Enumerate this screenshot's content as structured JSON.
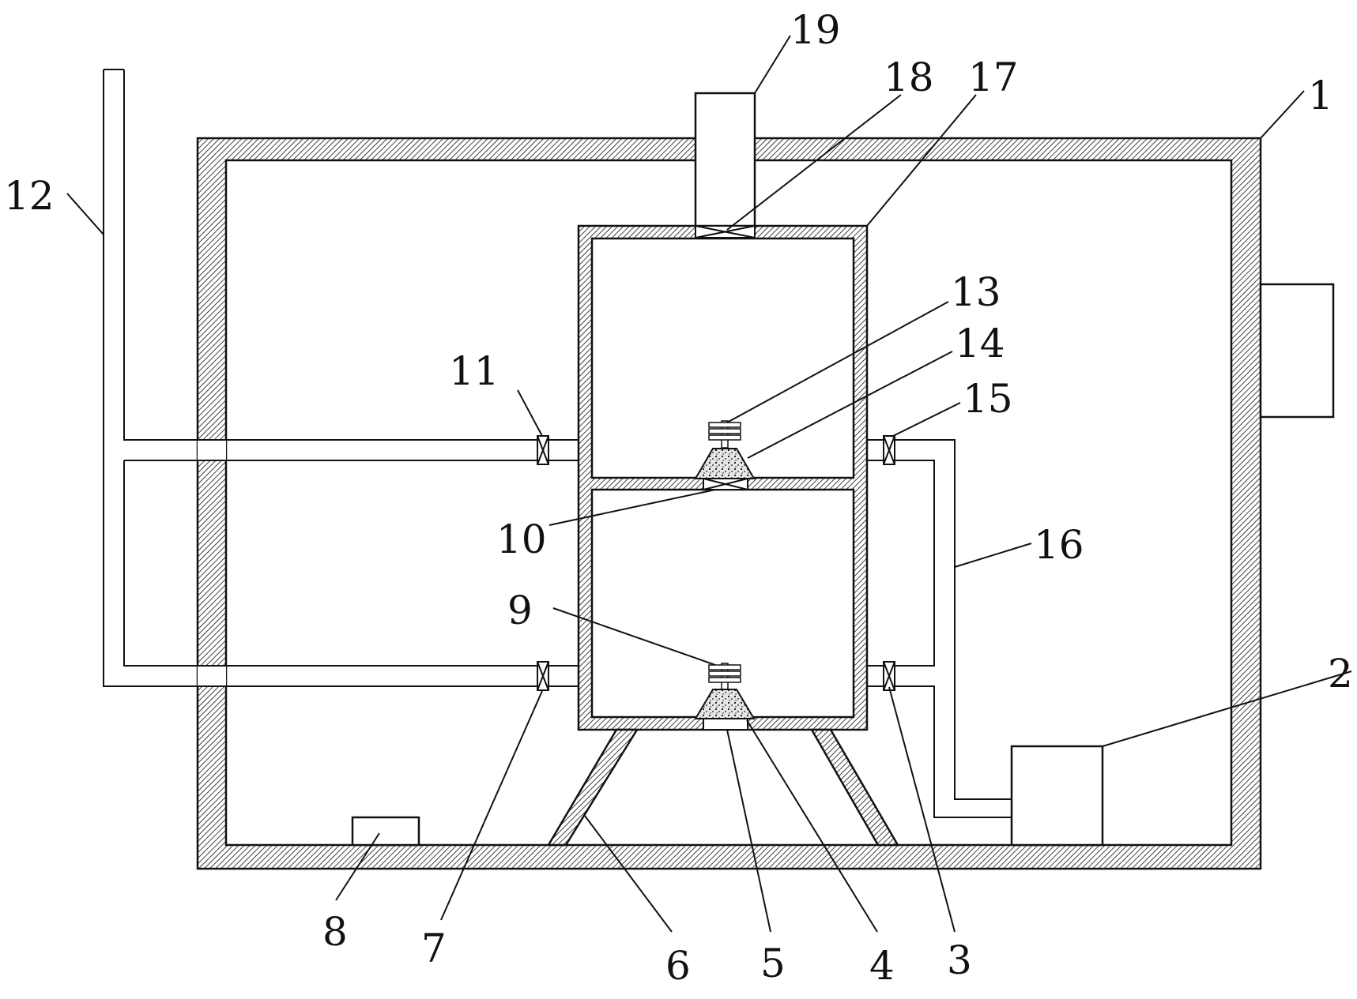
{
  "diagram": {
    "labels": [
      {
        "id": "l1",
        "text": "1"
      },
      {
        "id": "l2",
        "text": "2"
      },
      {
        "id": "l3",
        "text": "3"
      },
      {
        "id": "l4",
        "text": "4"
      },
      {
        "id": "l5",
        "text": "5"
      },
      {
        "id": "l6",
        "text": "6"
      },
      {
        "id": "l7",
        "text": "7"
      },
      {
        "id": "l8",
        "text": "8"
      },
      {
        "id": "l9",
        "text": "9"
      },
      {
        "id": "l10",
        "text": "10"
      },
      {
        "id": "l11",
        "text": "11"
      },
      {
        "id": "l12",
        "text": "12"
      },
      {
        "id": "l13",
        "text": "13"
      },
      {
        "id": "l14",
        "text": "14"
      },
      {
        "id": "l15",
        "text": "15"
      },
      {
        "id": "l16",
        "text": "16"
      },
      {
        "id": "l17",
        "text": "17"
      },
      {
        "id": "l18",
        "text": "18"
      },
      {
        "id": "l19",
        "text": "19"
      }
    ]
  },
  "colors": {
    "line": "#111111",
    "background": "#ffffff",
    "fill_speckle": "#e6e6e6"
  }
}
